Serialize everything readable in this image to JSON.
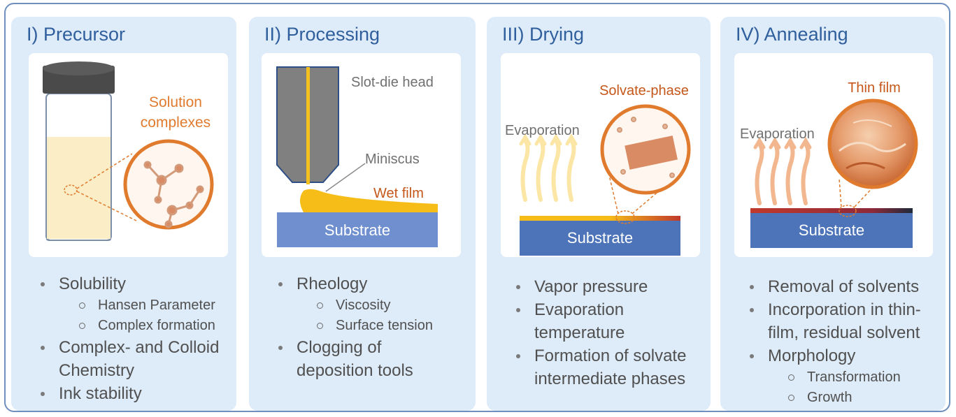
{
  "panels": [
    {
      "title": "I) Precursor",
      "labels": {
        "callout": [
          "Solution",
          "complexes"
        ]
      },
      "bullets": [
        {
          "text": "Solubility",
          "level": 1
        },
        {
          "text": "Hansen Parameter",
          "level": 2
        },
        {
          "text": "Complex formation",
          "level": 2
        },
        {
          "text": "Complex- and Colloid Chemistry",
          "level": 1
        },
        {
          "text": "Ink stability",
          "level": 1
        }
      ]
    },
    {
      "title": "II) Processing",
      "labels": {
        "head": "Slot-die head",
        "meniscus": "Miniscus",
        "film": "Wet film",
        "substrate": "Substrate"
      },
      "bullets": [
        {
          "text": "Rheology",
          "level": 1
        },
        {
          "text": "Viscosity",
          "level": 2
        },
        {
          "text": "Surface tension",
          "level": 2
        },
        {
          "text": "Clogging of deposition tools",
          "level": 1
        }
      ]
    },
    {
      "title": "III) Drying",
      "labels": {
        "evaporation": "Evaporation",
        "phase": "Solvate-phase",
        "substrate": "Substrate"
      },
      "bullets": [
        {
          "text": "Vapor pressure",
          "level": 1
        },
        {
          "text": "Evaporation temperature",
          "level": 1
        },
        {
          "text": "Formation of solvate intermediate phases",
          "level": 1
        }
      ]
    },
    {
      "title": "IV) Annealing",
      "labels": {
        "evaporation": "Evaporation",
        "film": "Thin film",
        "substrate": "Substrate"
      },
      "bullets": [
        {
          "text": "Removal of solvents",
          "level": 1
        },
        {
          "text": "Incorporation in thin-film, residual solvent",
          "level": 1
        },
        {
          "text": "Morphology",
          "level": 1
        },
        {
          "text": "Transformation",
          "level": 2
        },
        {
          "text": "Growth",
          "level": 2
        }
      ]
    }
  ],
  "colors": {
    "panel_bg": "#deebf8",
    "title": "#2f5f9c",
    "accent_orange": "#e07b2e",
    "label_orange": "#c5571a",
    "substrate_blue": "#4d74b9",
    "film_yellow": "#f6bd19"
  }
}
